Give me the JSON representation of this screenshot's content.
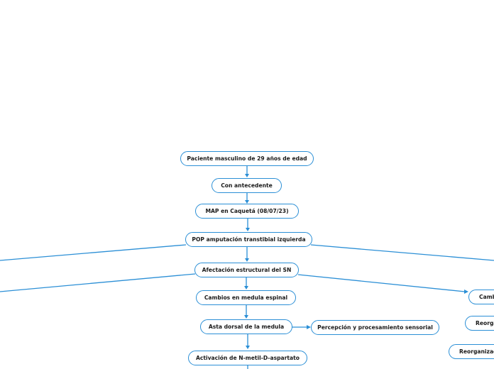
{
  "diagram": {
    "accent_color": "#2b8fd6",
    "nodes": {
      "patient": "Paciente masculino de 29 años de edad",
      "antecedent": "Con antecedente",
      "map": "MAP en Caquetá (08/07/23)",
      "pop": "POP amputación transtibial izquierda",
      "sn": "Afectación estructural del SN",
      "medula": "Cambios en medula espinal",
      "asta": "Asta dorsal de la medula",
      "percepcion": "Percepción y procesamiento sensorial",
      "nmda": "Activación de N-metil-D-aspartato",
      "right1": "Cambi",
      "right2": "Reorga",
      "right3": "Reorganizac"
    }
  }
}
